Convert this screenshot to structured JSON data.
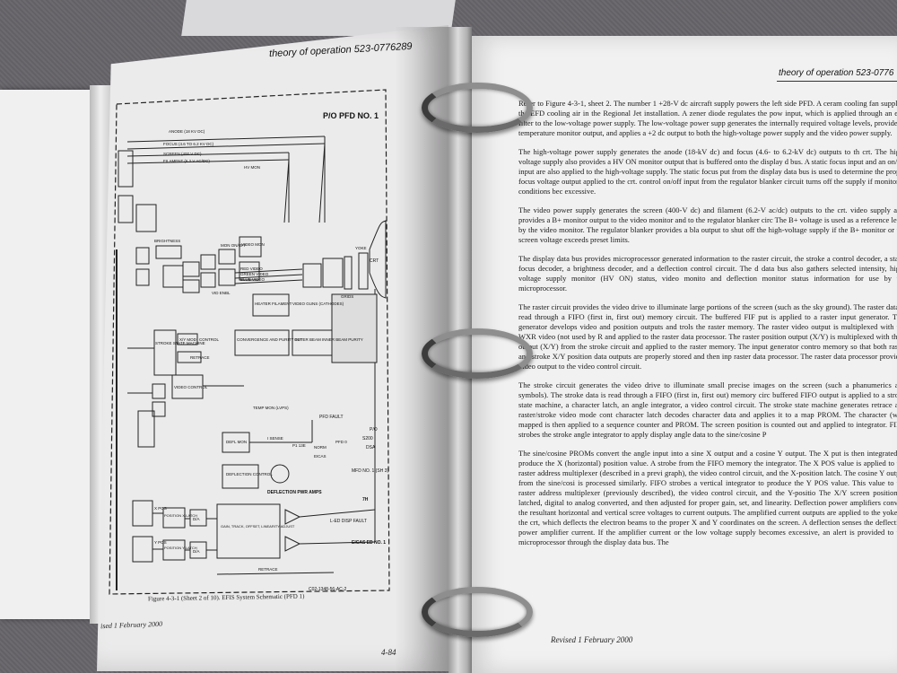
{
  "left_page": {
    "header": "theory of operation  523-0776289",
    "schematic_title": "P/O PFD NO. 1",
    "labels": {
      "anode": "ANODE (18 KV DC)",
      "focus": "FOCUS (4.6 TO 6.2 KV DC)",
      "screen": "SCREEN (400 V DC)",
      "filament": "FILAMENT (6.2 V AC/DC)",
      "hv_mon": "HV MON",
      "video_mon": "VIDEO MON",
      "brightness": "BRIGHTNESS",
      "mon_on_off": "MON ON/OFF",
      "red_video": "RED VIDEO",
      "green_video": "GREEN VIDEO",
      "blue_video": "BLUE VIDEO",
      "vid_enbl": "VID ENBL",
      "heater": "HEATER FILAMENT",
      "video_guns": "VIDEO GUNS (CATHODES)",
      "grids": "GRIDS",
      "yoke": "YOKE",
      "crt": "CRT",
      "convergence": "CONVERGENCE AND PURITY SET",
      "outer_beam": "OUTER BEAM INNER BEAM PURITY",
      "stroke_state": "STROKE STATE MACHINE",
      "xy_mod": "X/Y MOD",
      "control": "CONTROL",
      "retrace": "RETRACE",
      "video_control": "VIDEO CONTROL",
      "temp_mon": "TEMP MON (LVPS)",
      "defl_mon": "DEFL MON",
      "i_sense": "I SENSE",
      "pfd_fault": "PFD FAULT",
      "p_o": "P/O",
      "s200": "S200",
      "dsa": "DSA",
      "norm": "NORM",
      "pfd_0": "PFD 0",
      "eicas": "EICAS",
      "p1_13e": "P1 13E",
      "deflection_control": "DEFLECTION CONTROL",
      "deflection_pwr_amps": "DEFLECTION PWR AMPS",
      "mfd_no1": "MFD NO. 1 (SH 3)",
      "p1_7h": "7H",
      "led_fault": "L-ED DISP FAULT",
      "eicas_ed": "EICAS ED NO. 1",
      "x_pos": "X POS",
      "y_pos": "Y POS",
      "position_x_latch": "POSITION X-LATCH",
      "position_y_latch": "POSITION Y-LATCH",
      "da": "D/A",
      "gain_track": "GAIN, TRACK, OFFSET, LINEARITY ADJUST",
      "retrace2": "RETRACE",
      "drawing_no": "C02-1348-56-AC-2"
    },
    "caption": "Figure 4-3-1 (Sheet 2 of 10). EFIS System Schematic (PFD 1)",
    "footer_left": "ised 1 February 2000",
    "page_number": "4-84"
  },
  "right_page": {
    "header": "theory of operation  523-0776",
    "paragraphs": [
      "Refer to Figure 4-3-1, sheet 2. The number 1 +28-V dc aircraft supply powers the left side PFD. A ceram cooling fan supplies the EFD cooling air in the Regional Jet installation. A zener diode regulates the pow input, which is applied through an emi filter to the low-voltage power supply. The low-voltage power supp generates the internally required voltage levels, provides a temperature monitor output, and applies a +2 dc output to both the high-voltage power supply and the video power supply.",
      "The high-voltage power supply generates the anode (18-kV dc) and focus (4.6- to 6.2-kV dc) outputs to th crt. The high-voltage supply also provides a HV ON monitor output that is buffered onto the display d bus. A static focus input and an on/off input are also applied to the high-voltage supply. The static focus put from the display data bus is used to determine the proper focus voltage output applied to the crt. control on/off input from the regulator blanker circuit turns off the supply if monitored conditions bec excessive.",
      "The video power supply generates the screen (400-V dc) and filament (6.2-V ac/dc) outputs to the crt. video supply also provides a B+ monitor output to the video monitor and to the regulator blanker circ The B+ voltage is used as a reference level by the video monitor. The regulator blanker provides a bla output to shut off the high-voltage supply if the B+ monitor or the screen voltage exceeds preset limits.",
      "The display data bus provides microprocessor generated information to the raster circuit, the stroke a control decoder, a static focus decoder, a brightness decoder, and a deflection control circuit. The d data bus also gathers selected intensity, high-voltage supply monitor (HV ON) status, video monito and deflection monitor status information for use by the microprocessor.",
      "The raster circuit provides the video drive to illuminate large portions of the screen (such as the sky ground). The raster data is read through a FIFO (first in, first out) memory circuit. The buffered FIF put is applied to a raster input generator. This generator develops video and position outputs and trols the raster memory. The raster video output is multiplexed with the WXR video (not used by R and applied to the raster data processor. The raster position output (X/Y) is multiplexed with the s output (X/Y) from the stroke circuit and applied to the raster memory. The input generator contro memory so that both raster and stroke X/Y position data outputs are properly stored and then inp raster data processor. The raster data processor provides video output to the video control circuit.",
      "The stroke circuit generates the video drive to illuminate small precise images on the screen (such a phanumerics and symbols). The stroke data is read through a FIFO (first in, first out) memory circ buffered FIFO output is applied to a stroke state machine, a character latch, an angle integrator, a video control circuit. The stroke state machine generates retrace and raster/stroke video mode cont character latch decodes character data and applies it to a map PROM. The character (with mapped is then applied to a sequence counter and PROM. The screen position is counted out and applied to integrator. FIFO strobes the stroke angle integrator to apply display angle data to the sine/cosine P",
      "The sine/cosine PROMs convert the angle input into a sine X output and a cosine Y output. The X put is then integrated to produce the X (horizontal) position value. A strobe from the FIFO memory the integrator. The X POS value is applied to the raster address multiplexer (described in a previ graph), the video control circuit, and the X-position latch. The cosine Y output from the sine/cosi is processed similarly. FIFO strobes a vertical integrator to produce the Y POS value. This value to the raster address multiplexer (previously described), the video control circuit, and the Y-positio The X/Y screen position is latched, digital to analog converted, and then adjusted for proper gain, set, and linearity. Deflection power amplifiers convert the resultant horizontal and vertical scree voltages to current outputs. The amplified current outputs are applied to the yoke of the crt, which deflects the electron beams to the proper X and Y coordinates on the screen. A deflection senses the deflection power amplifier current. If the amplifier current or the low voltage supply becomes excessive, an alert is provided to the microprocessor through the display data bus. The"
    ],
    "footer": "Revised 1 February 2000"
  }
}
